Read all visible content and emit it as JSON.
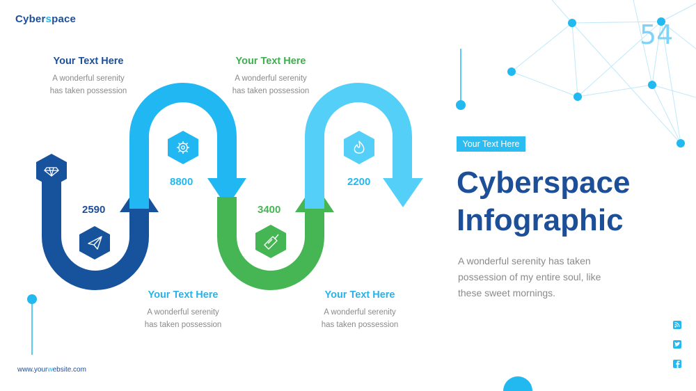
{
  "brand": {
    "prefix": "Cyber",
    "accent_letter": "s",
    "suffix": "pace"
  },
  "page_number": "54",
  "steps": [
    {
      "value": "2590",
      "icon": "paper-plane-icon",
      "color": "#16539c",
      "title": "Your Text Here",
      "line1": "A wonderful serenity",
      "line2": "has taken possession"
    },
    {
      "value": "8800",
      "icon": "gear-icon",
      "color": "#20b7f3",
      "title": "Your Text Here",
      "line1": "A wonderful serenity",
      "line2": "has taken possession"
    },
    {
      "value": "3400",
      "icon": "trowel-icon",
      "color": "#45b653",
      "title": "Your Text Here",
      "line1": "A wonderful serenity",
      "line2": "has taken possession"
    },
    {
      "value": "2200",
      "icon": "fire-icon",
      "color": "#54d0f8",
      "title": "Your Text Here",
      "line1": "A wonderful serenity",
      "line2": "has taken possession"
    }
  ],
  "start_icon": "diamond-icon",
  "tag_label": "Your Text Here",
  "title_line1": "Cyberspace",
  "title_line2": "Infographic",
  "description": "A wonderful serenity has taken possession of my entire soul, like these sweet mornings.",
  "website": {
    "prefix": "www.your",
    "accent": "w",
    "suffix": "ebsite.com"
  },
  "social_icons": [
    "rss-icon",
    "twitter-icon",
    "facebook-icon"
  ],
  "colors": {
    "navy": "#1d4f99",
    "cyan": "#22b8f0",
    "green": "#45b653",
    "light_cyan": "#54d0f8",
    "grey_text": "#8a8a8a"
  }
}
